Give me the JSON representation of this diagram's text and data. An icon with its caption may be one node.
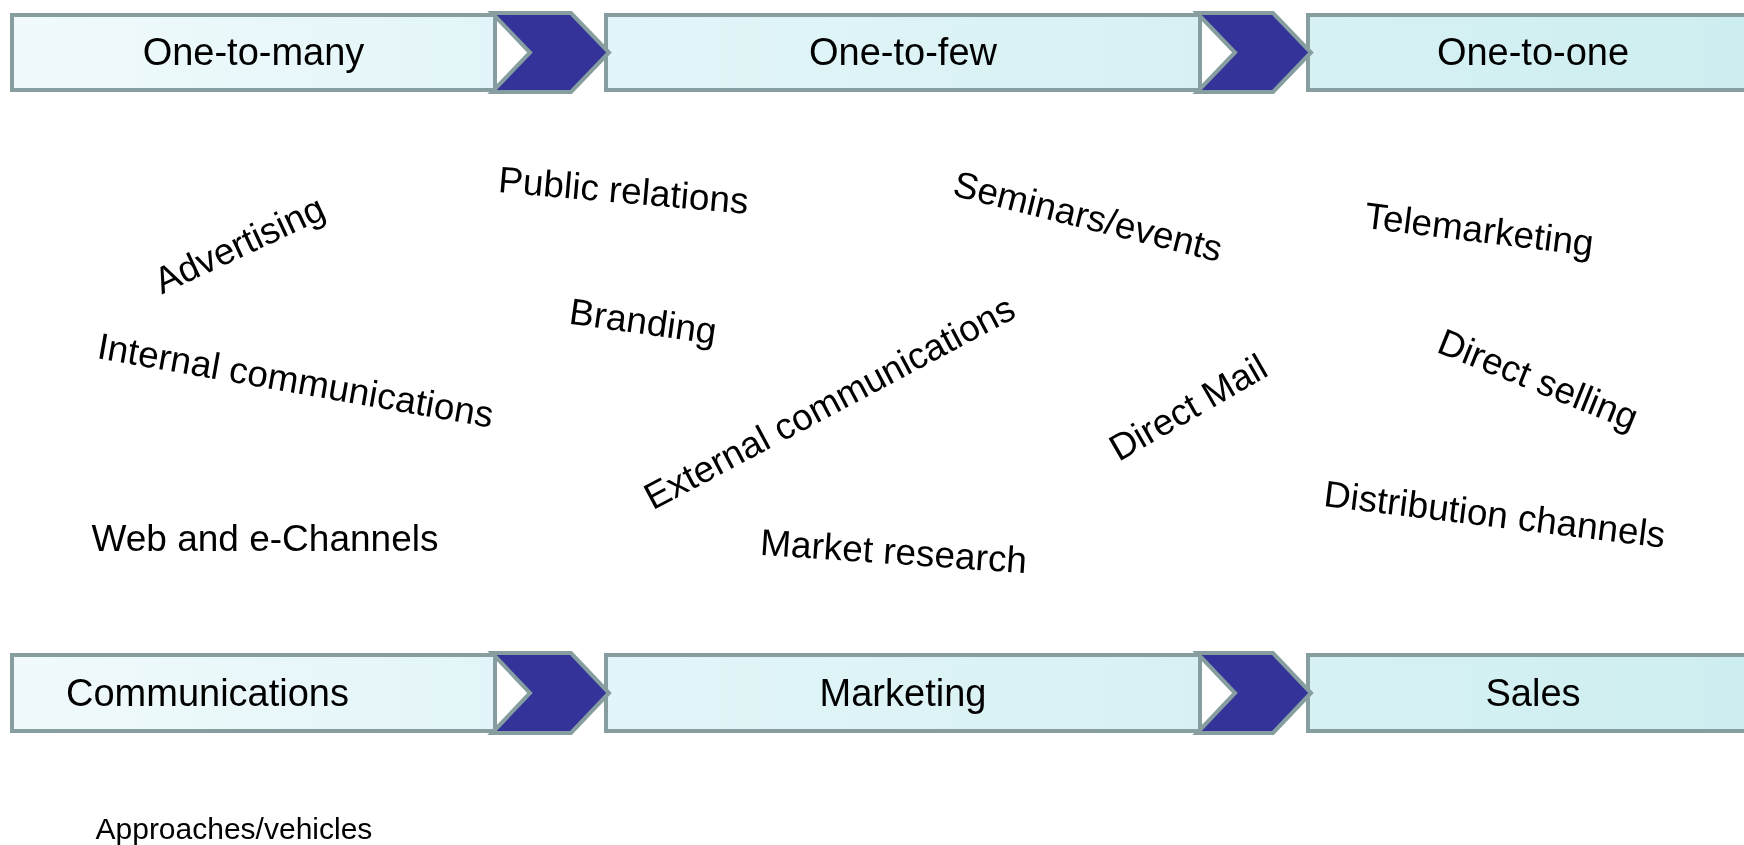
{
  "diagram": {
    "nodes": [
      {
        "text": [
          "One-to-many"
        ]
      },
      {
        "text": [
          "One-to-few"
        ]
      },
      {
        "text": [
          "One-to-one"
        ]
      },
      {
        "text": [
          "Communications"
        ]
      },
      {
        "text": [
          "Marketing"
        ]
      },
      {
        "text": [
          "Sales"
        ]
      }
    ],
    "edges": [
      {
        "from": 0,
        "to": 1,
        "arrow": "to"
      },
      {
        "from": 1,
        "to": 2,
        "arrow": "to"
      },
      {
        "from": 3,
        "to": 4,
        "arrow": "to"
      },
      {
        "from": 4,
        "to": 5,
        "arrow": "to"
      }
    ],
    "labels": [
      "Public relations",
      "Seminars/events",
      "Telemarketing",
      "Advertising",
      "Branding",
      "External communications",
      "Internal communications",
      "Direct Mail",
      "Direct selling",
      "Distribution channels",
      "Web and e-Channels",
      "Market research",
      "Approaches/vehicles"
    ]
  }
}
